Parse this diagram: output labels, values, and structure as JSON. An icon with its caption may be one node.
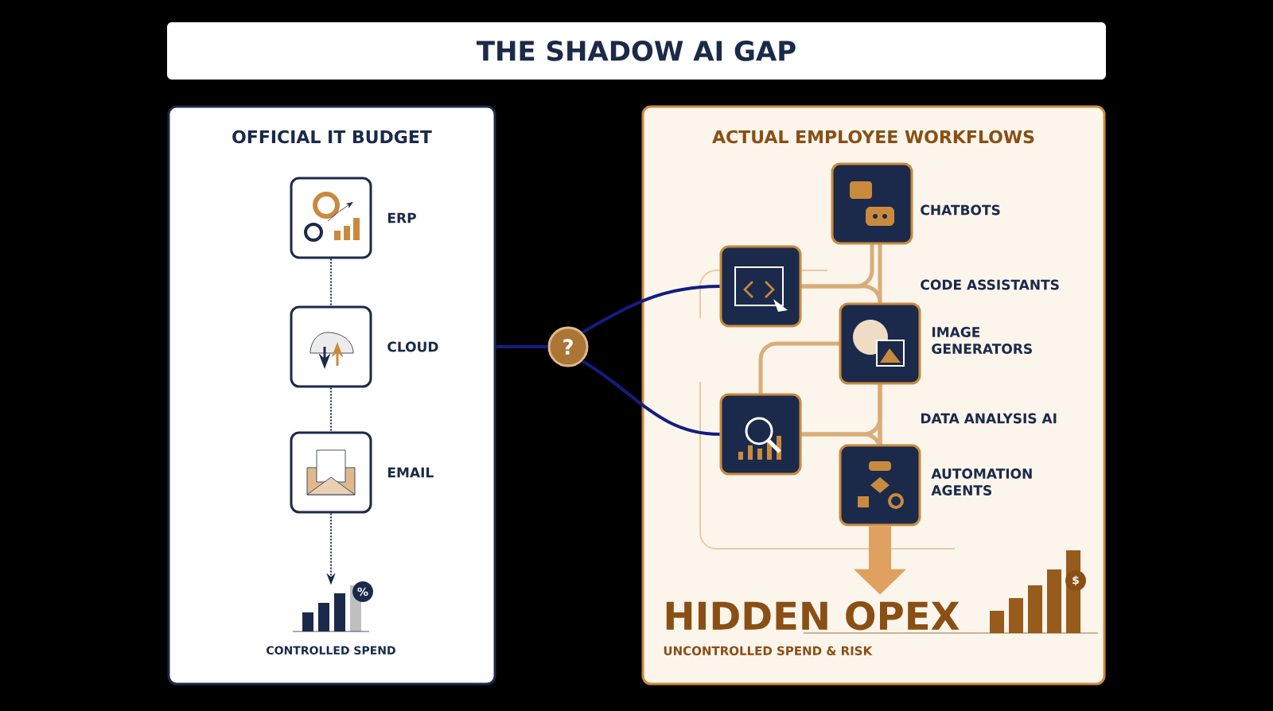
{
  "diagram": {
    "title": "THE SHADOW AI GAP",
    "nodes": [
      {
        "text": [
          "OFFICIAL IT BUDGET"
        ]
      },
      {
        "text": [],
        "shape": "box",
        "beside": [
          "ERP"
        ],
        "in": 0
      },
      {
        "text": [],
        "shape": "box",
        "beside": [
          "CLOUD"
        ],
        "in": 0
      },
      {
        "text": [],
        "shape": "box",
        "beside": [
          "EMAIL"
        ],
        "in": 0
      },
      {
        "text": [],
        "shape": "bar",
        "beside": [
          "CONTROLLED SPEND"
        ],
        "in": 0
      },
      {
        "text": [
          "ACTUAL EMPLOYEE WORKFLOWS"
        ]
      },
      {
        "text": [],
        "shape": "box",
        "beside": [
          "CHATBOTS"
        ],
        "in": 5
      },
      {
        "text": [],
        "shape": "box",
        "in": 5
      },
      {
        "text": [],
        "shape": "box",
        "beside": [
          "IMAGE GENERATORS"
        ],
        "in": 5
      },
      {
        "text": [],
        "shape": "box",
        "in": 5
      },
      {
        "text": [],
        "shape": "box",
        "beside": [
          "AUTOMATION AGENTS"
        ],
        "in": 5
      },
      {
        "text": [
          "HIDDEN OPEX",
          "UNCONTROLLED SPEND & RISK"
        ],
        "in": 5
      },
      {
        "text": [
          "?"
        ]
      }
    ],
    "edges": [
      {
        "from": 1,
        "to": 2,
        "arrow": "none",
        "style": "dashed"
      },
      {
        "from": 2,
        "to": 3,
        "arrow": "none",
        "style": "dashed"
      },
      {
        "from": 3,
        "to": 4,
        "arrow": "to",
        "style": "dashed"
      },
      {
        "from": 0,
        "to": 12,
        "arrow": "none"
      },
      {
        "from": 12,
        "to": 7,
        "arrow": "none"
      },
      {
        "from": 12,
        "to": 9,
        "arrow": "none"
      },
      {
        "from": 10,
        "to": 11,
        "arrow": "to",
        "style": "thick",
        "color": "#e0a060"
      }
    ],
    "labels": [
      "CODE ASSISTANTS",
      "DATA ANALYSIS AI",
      "%",
      "$"
    ]
  }
}
